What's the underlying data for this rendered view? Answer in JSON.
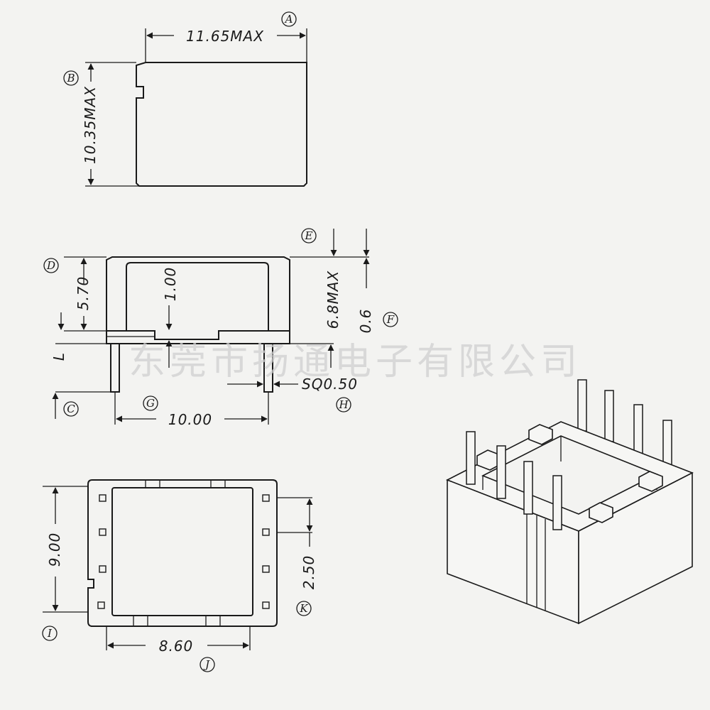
{
  "dimensions": {
    "a": "11.65MAX",
    "b": "10.35MAX",
    "c": "5.70",
    "d": "1.00",
    "e": "6.8MAX",
    "f": "0.6",
    "g": "SQ0.50",
    "h": "10.00",
    "i": "9.00",
    "j": "2.50",
    "k": "8.60",
    "l": "L"
  },
  "labels": {
    "A": "A",
    "B": "B",
    "C": "C",
    "D": "D",
    "E": "E",
    "F": "F",
    "G": "G",
    "H": "H",
    "I": "I",
    "J": "J",
    "K": "K"
  },
  "watermark": "东莞市扬通电子有限公司"
}
